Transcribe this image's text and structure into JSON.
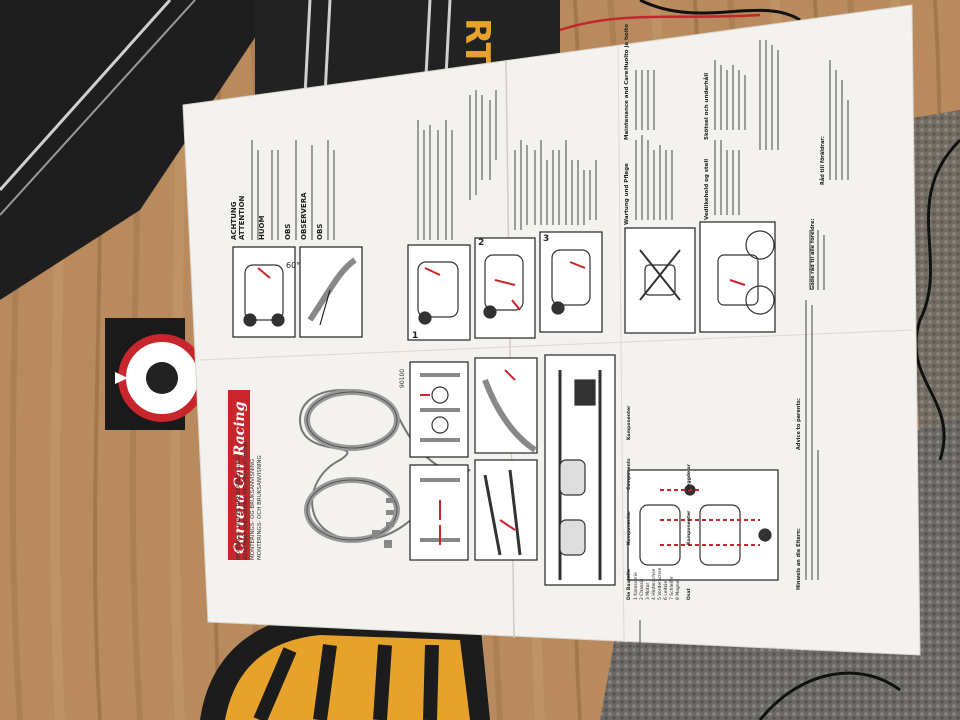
{
  "photo": {
    "subject": "Carrera slot car racing assembly instructions sheet on wooden floor",
    "colors": {
      "floor": "#b88a5e",
      "floor_dark": "#8a5f3a",
      "paper": "#f4f2ee",
      "track_black": "#1e1e1e",
      "track_yellow": "#e6a22a",
      "brand_red": "#c8252c",
      "rug": "#6c6a66"
    }
  },
  "sheet": {
    "brand": "Carrera Car Racing",
    "subtitle_lines": [
      "MONTAGE- UND BETRIEBSANLEITUNG",
      "ASSEMBLY AND OPERATING INSTRUCTIONS",
      "MONTERINGS- OG BRUKSANVISNING",
      "MONTERINGS- OCH BRUKSANVISNING"
    ],
    "warnings": [
      "ACHTUNG",
      "ATTENTION",
      "HUOM",
      "OBS",
      "OBSERVERA",
      "OBS"
    ],
    "angle_label": "60°",
    "set_number": "90100",
    "step_numbers": [
      "1",
      "2",
      "3"
    ],
    "parts_headers": [
      "Die Bauteile",
      "Komponenter",
      "Components",
      "Komponenter",
      "Osat",
      "Komponenter",
      "Byggdelar"
    ],
    "parts_items": [
      "1 Karosserie",
      "2 Chassis",
      "3 Motor",
      "4 Hinterachse",
      "5 Vorderachse",
      "6 Leitkiel",
      "7 Schleifer",
      "8 Magnet"
    ],
    "section_titles": [
      "Wartung und Pflege",
      "Maintenance and Care",
      "Huolto ja hoito",
      "Vedlikehold og stell",
      "Skötsel och underhåll"
    ],
    "advice": [
      "Hinweis an die Eltern:",
      "Advice to parents:",
      "Råd till föräldrar:",
      "Gode råd til alle foreldre:"
    ],
    "track_brand_fragment": "RT"
  }
}
